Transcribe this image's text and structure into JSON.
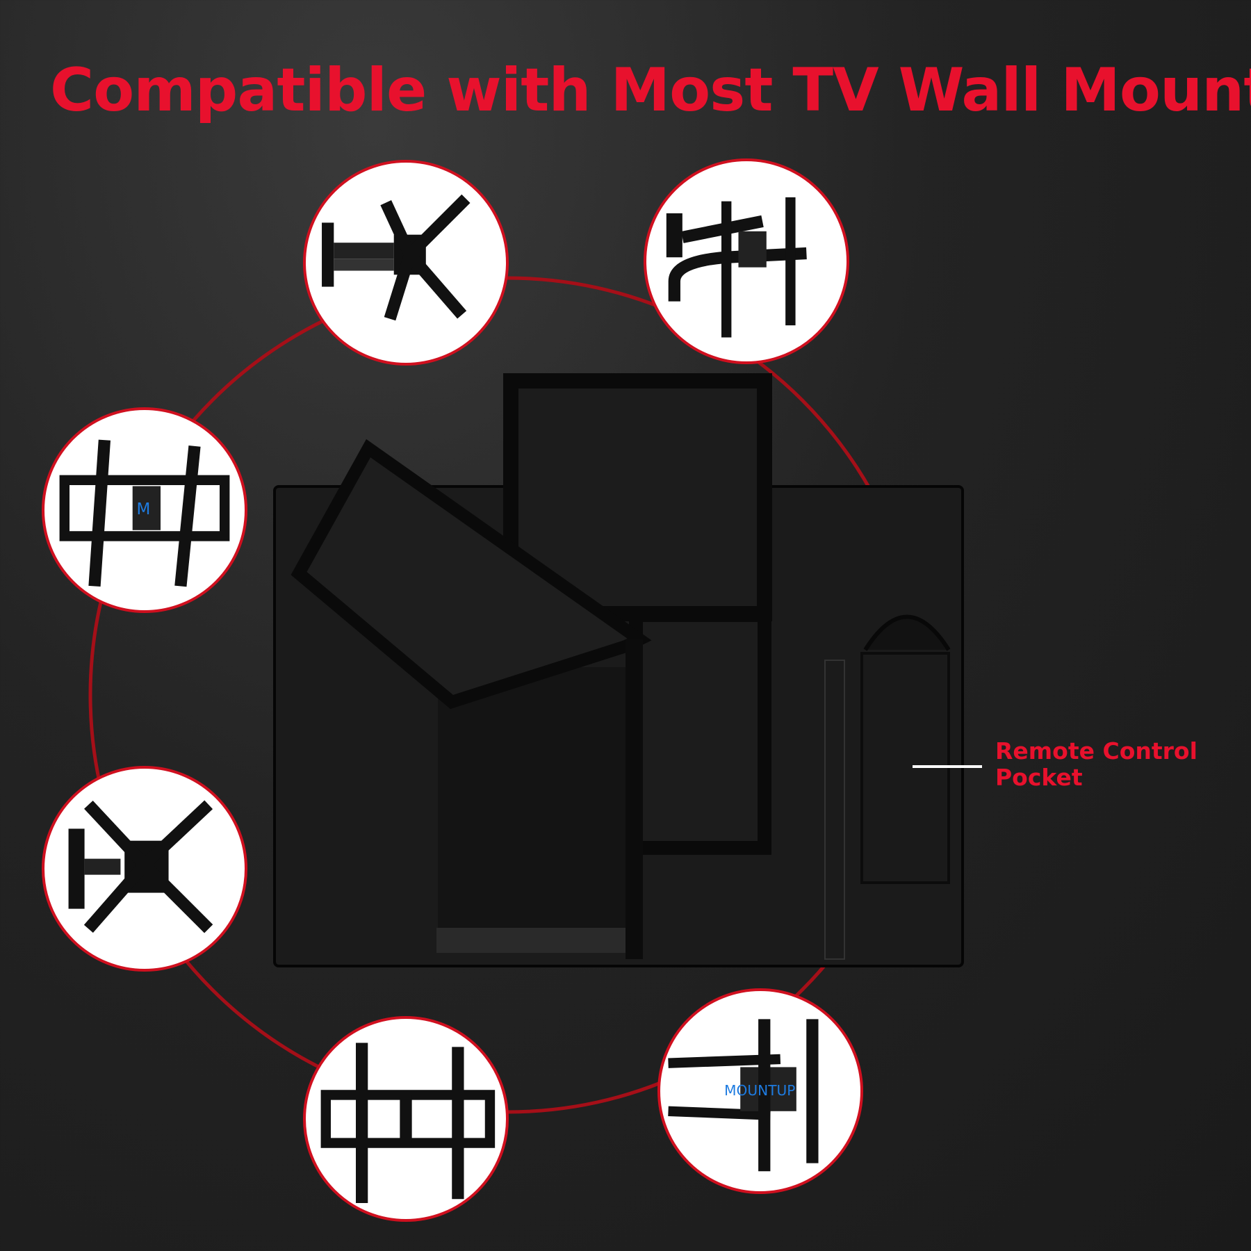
{
  "title": "Compatible with Most TV Wall Mounts",
  "callout": {
    "label_line1": "Remote Control",
    "label_line2": "Pocket"
  },
  "colors": {
    "accent": "#e8112d",
    "ring": "#b0101a",
    "background": "#232323"
  },
  "mounts": [
    {
      "name": "full-motion-small-mount"
    },
    {
      "name": "dual-arm-full-motion-mount"
    },
    {
      "name": "tilting-mount"
    },
    {
      "name": "articulating-mount"
    },
    {
      "name": "fixed-mount"
    },
    {
      "name": "dual-arm-articulating-mount"
    }
  ]
}
